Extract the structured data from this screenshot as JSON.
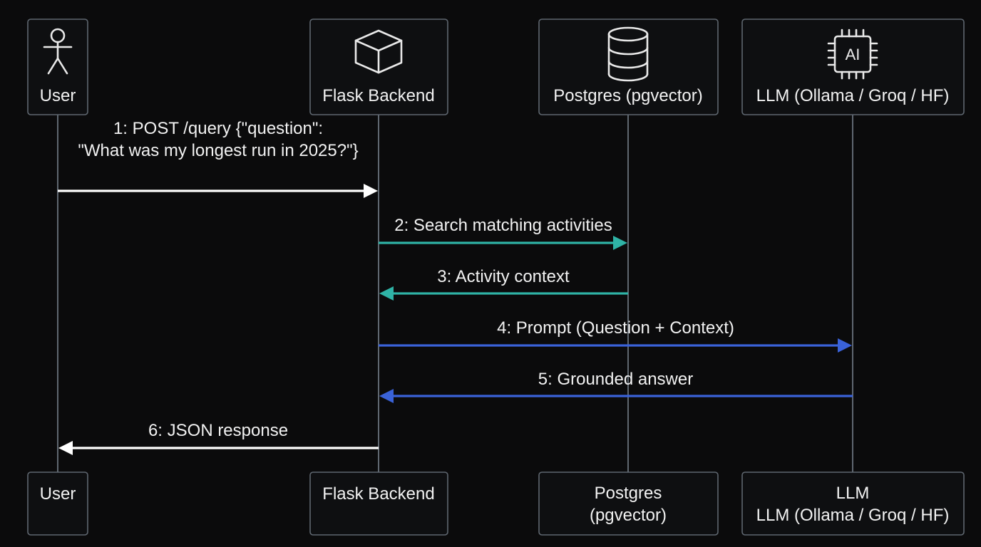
{
  "colors": {
    "background": "#0b0b0c",
    "box_border": "#5f6770",
    "lifeline": "#5f6770",
    "text": "#f2f2f2",
    "white_arrow": "#ffffff",
    "teal_arrow": "#2fb3a6",
    "blue_arrow": "#3a62d8"
  },
  "participants": [
    {
      "id": "user",
      "icon": "stick-figure-icon",
      "top_label": "User",
      "bottom_label": [
        "User"
      ]
    },
    {
      "id": "flask",
      "icon": "cube-icon",
      "top_label": "Flask Backend",
      "bottom_label": [
        "Flask Backend"
      ]
    },
    {
      "id": "postgres",
      "icon": "database-icon",
      "top_label": "Postgres (pgvector)",
      "bottom_label": [
        "Postgres",
        "(pgvector)"
      ]
    },
    {
      "id": "llm",
      "icon": "ai-chip-icon",
      "icon_text": "AI",
      "top_label": "LLM (Ollama / Groq / HF)",
      "bottom_label": [
        "LLM",
        "LLM (Ollama / Groq / HF)"
      ]
    }
  ],
  "messages": [
    {
      "from": "user",
      "to": "flask",
      "label": [
        "1: POST /query {\"question\":",
        "\"What was my longest run in 2025?\"}"
      ],
      "color": "#ffffff"
    },
    {
      "from": "flask",
      "to": "postgres",
      "label": [
        "2: Search matching activities"
      ],
      "color": "#2fb3a6"
    },
    {
      "from": "postgres",
      "to": "flask",
      "label": [
        "3: Activity context"
      ],
      "color": "#2fb3a6"
    },
    {
      "from": "flask",
      "to": "llm",
      "label": [
        "4: Prompt (Question + Context)"
      ],
      "color": "#3a62d8"
    },
    {
      "from": "llm",
      "to": "flask",
      "label": [
        "5: Grounded answer"
      ],
      "color": "#3a62d8"
    },
    {
      "from": "flask",
      "to": "user",
      "label": [
        "6: JSON response"
      ],
      "color": "#ffffff"
    }
  ]
}
